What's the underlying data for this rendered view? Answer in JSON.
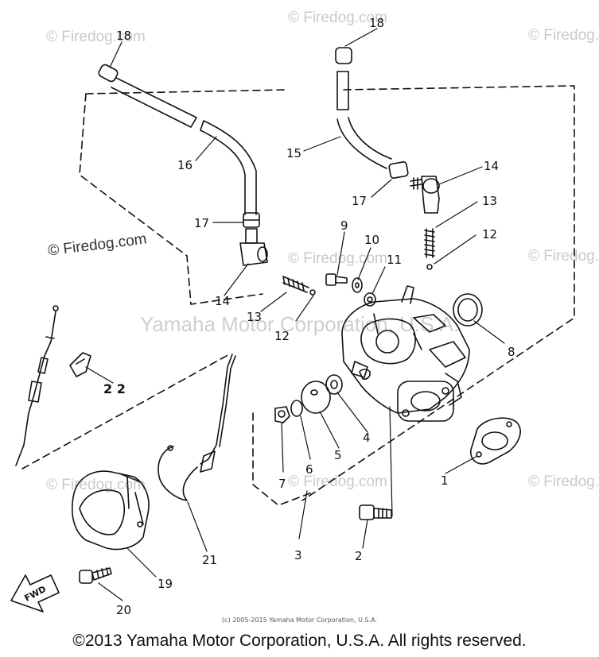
{
  "watermarks": {
    "site": "Firedog.com",
    "symbol": "©",
    "center": "Yamaha Motor Corporation, U.S.A."
  },
  "callouts": {
    "c1": "1",
    "c2": "2",
    "c3": "3",
    "c4": "4",
    "c5": "5",
    "c6": "6",
    "c7": "7",
    "c8": "8",
    "c9": "9",
    "c10": "10",
    "c11": "11",
    "c12a": "12",
    "c12b": "12",
    "c13a": "13",
    "c13b": "13",
    "c14a": "14",
    "c14b": "14",
    "c15": "15",
    "c16": "16",
    "c17a": "17",
    "c17b": "17",
    "c18a": "18",
    "c18b": "18",
    "c19": "19",
    "c20": "20",
    "c21": "21",
    "c22": "2 2"
  },
  "fwd_label": "FWD",
  "small_copyright": "(c) 2005-2015 Yamaha Motor Corporation, U.S.A.",
  "footer": "©2013 Yamaha Motor Corporation, U.S.A. All rights reserved."
}
